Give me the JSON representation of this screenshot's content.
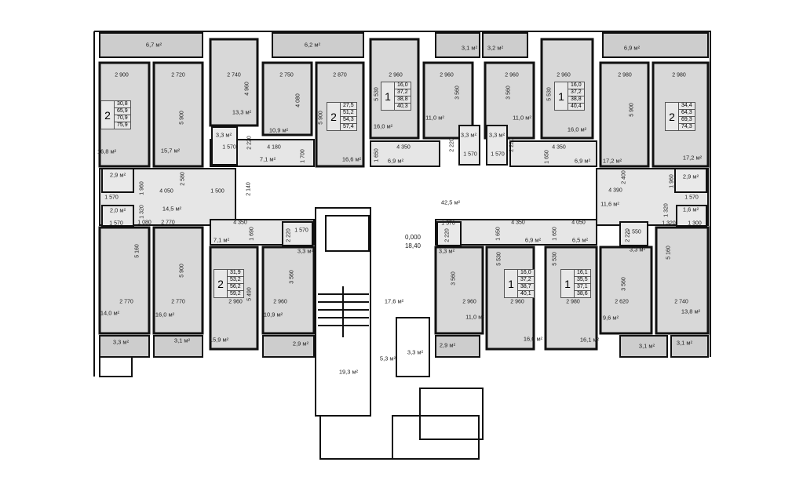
{
  "areas": [
    "6,7 м²",
    "6,2 м²",
    "3,1 м²",
    "3,2 м²",
    "6,9 м²",
    "13,3 м²",
    "10,9 м²",
    "16,8 м²",
    "15,7 м²",
    "3,3 м²",
    "7,1 м²",
    "16,6 м²",
    "16,0 м²",
    "11,0 м²",
    "3,3 м²",
    "3,3 м²",
    "11,0 м²",
    "16,0 м²",
    "6,9 м²",
    "6,9 м²",
    "17,2 м²",
    "17,2 м²",
    "2,9 м²",
    "2,9 м²",
    "42,5 м²",
    "11,6 м²",
    "14,5 м²",
    "2,0 м²",
    "1,6 м²",
    "7,1 м²",
    "6,9 м²",
    "6,5 м²",
    "3,3 м²",
    "3,3 м²",
    "3,3 м²",
    "17,6 м²",
    "14,0 м²",
    "16,0 м²",
    "10,9 м²",
    "11,0 м²",
    "9,6 м²",
    "13,8 м²",
    "15,9 м²",
    "16,0 м²",
    "16,1 м²",
    "3,3 м²",
    "3,1 м²",
    "2,9 м²",
    "2,9 м²",
    "3,1 м²",
    "3,1 м²",
    "3,3 м²",
    "5,3 м²",
    "19,3 м²"
  ],
  "dims": [
    "2 900",
    "2 720",
    "2 740",
    "2 750",
    "2 870",
    "2 960",
    "2 960",
    "2 960",
    "2 960",
    "2 980",
    "2 980",
    "5 900",
    "4 960",
    "4 080",
    "5 900",
    "5 530",
    "3 560",
    "3 560",
    "5 530",
    "5 900",
    "1 570",
    "4 180",
    "4 350",
    "4 350",
    "1 570",
    "1 570",
    "2 220",
    "1 700",
    "1 650",
    "2 220",
    "2 220",
    "1 650",
    "1 960",
    "2 580",
    "4 050",
    "1 500",
    "2 140",
    "1 570",
    "2 400",
    "4 390",
    "1 960",
    "1 570",
    "1 320",
    "1 570",
    "1 080",
    "2 770",
    "4 350",
    "1 690",
    "2 220",
    "1 570",
    "1 570",
    "2 220",
    "4 350",
    "1 650",
    "4 050",
    "1 650",
    "2 220",
    "1 550",
    "1 320",
    "1 320",
    "1 300",
    "5 160",
    "5 160",
    "5 900",
    "5 490",
    "3 560",
    "3 560",
    "5 530",
    "5 530",
    "3 560",
    "2 770",
    "2 770",
    "2 960",
    "2 960",
    "2 960",
    "2 960",
    "2 980",
    "2 620",
    "2 740"
  ],
  "level": {
    "mark": "0,000",
    "abs": "18,40"
  },
  "apartments": [
    {
      "rooms": "2",
      "values": [
        "30,8",
        "65,9",
        "70,9",
        "75,9"
      ]
    },
    {
      "rooms": "2",
      "values": [
        "27,5",
        "51,2",
        "54,3",
        "57,4"
      ]
    },
    {
      "rooms": "1",
      "values": [
        "16,0",
        "37,2",
        "38,8",
        "40,3"
      ]
    },
    {
      "rooms": "1",
      "values": [
        "16,0",
        "37,2",
        "38,8",
        "40,4"
      ]
    },
    {
      "rooms": "2",
      "values": [
        "34,4",
        "64,3",
        "69,3",
        "74,3"
      ]
    },
    {
      "rooms": "2",
      "values": [
        "31,9",
        "53,2",
        "56,2",
        "59,2"
      ]
    },
    {
      "rooms": "1",
      "values": [
        "16,0",
        "37,2",
        "38,7",
        "40,1"
      ]
    },
    {
      "rooms": "1",
      "values": [
        "16,1",
        "35,5",
        "37,1",
        "38,6"
      ]
    }
  ],
  "colors": {
    "room": "#d8d8d8",
    "balcony": "#cdcdcd",
    "corridor": "#e6e6e6",
    "wall": "#111111"
  }
}
